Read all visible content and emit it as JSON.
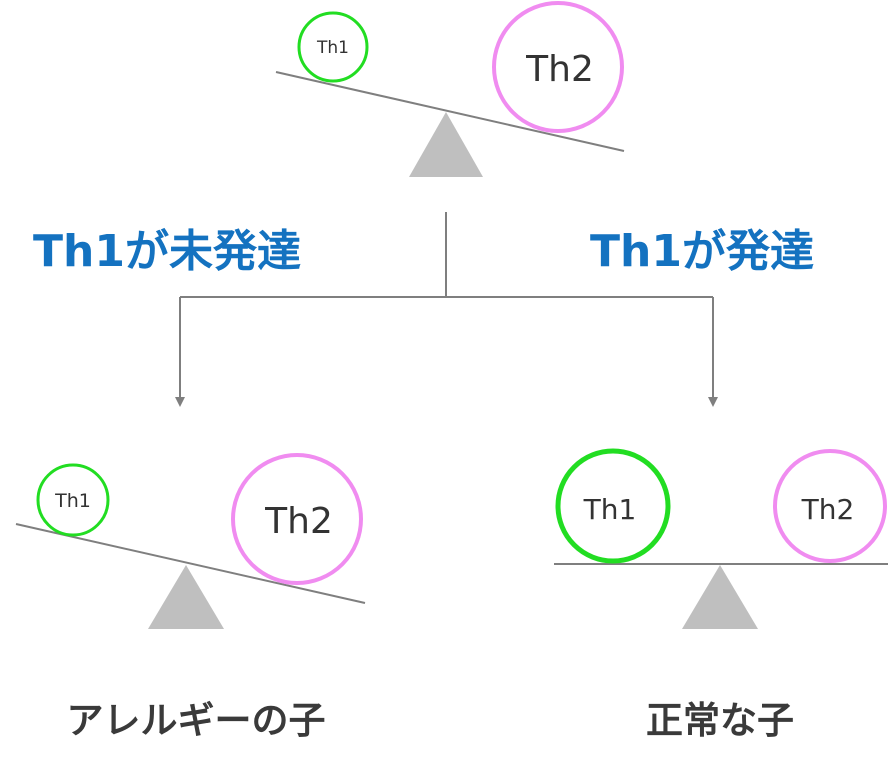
{
  "top_scale": {
    "left_circle": "Th1",
    "right_circle": "Th2"
  },
  "branches": {
    "left_label": "Th1が未発達",
    "right_label": "Th1が発達"
  },
  "left_result": {
    "left_circle": "Th1",
    "right_circle": "Th2",
    "caption": "アレルギーの子"
  },
  "right_result": {
    "left_circle": "Th1",
    "right_circle": "Th2",
    "caption": "正常な子"
  },
  "colors": {
    "th1_circle": "#22dd22",
    "th2_circle": "#f08cf0",
    "fulcrum": "#bfbfbf",
    "beam": "#7f7f7f",
    "connector": "#7f7f7f",
    "branch_text": "#1472c0",
    "result_text": "#3a3a3a"
  }
}
